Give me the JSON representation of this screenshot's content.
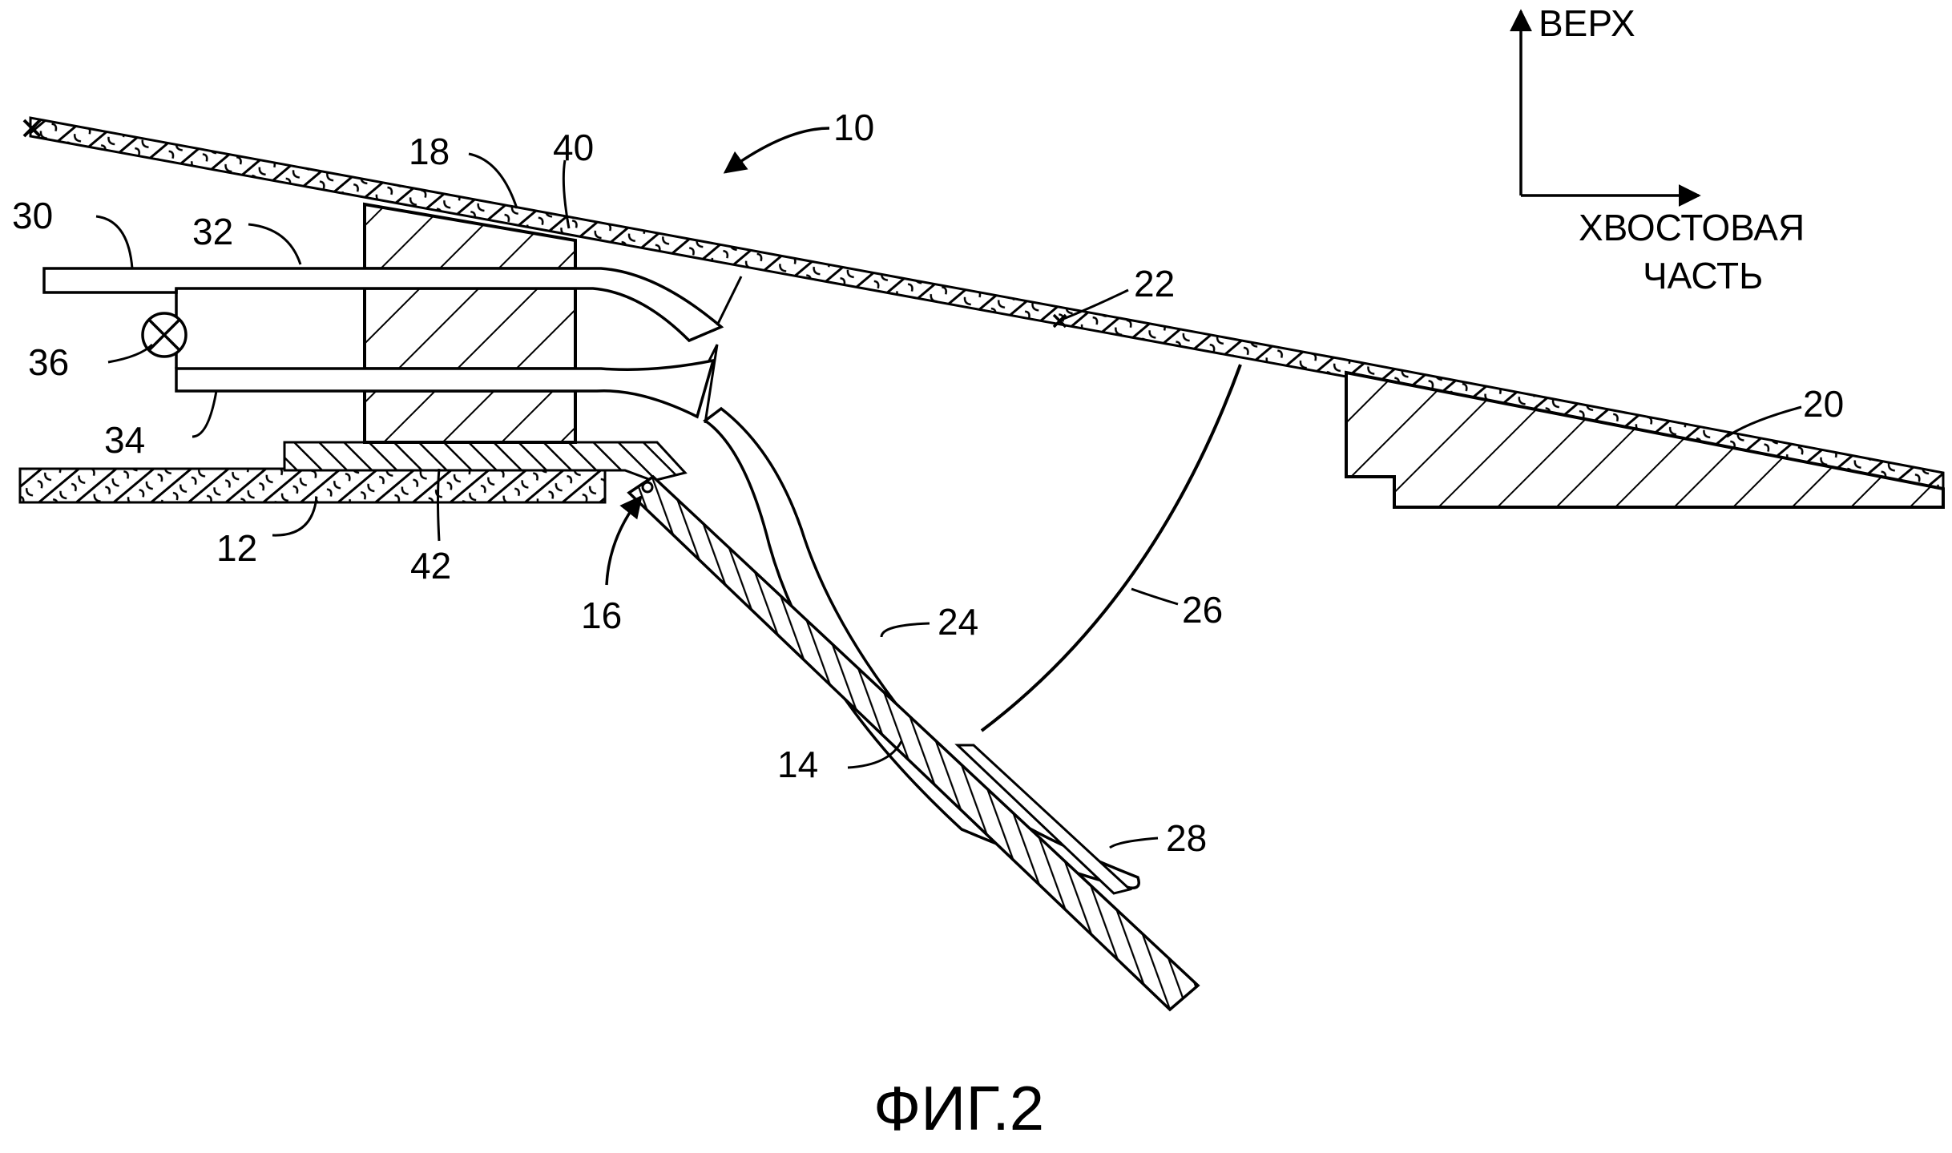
{
  "figure": {
    "caption": "ФИГ.2",
    "orientation": {
      "up_label": "ВЕРХ",
      "aft_label_line1": "ХВОСТОВАЯ",
      "aft_label_line2": "ЧАСТЬ"
    },
    "reference_numerals": {
      "n10": "10",
      "n12": "12",
      "n14": "14",
      "n16": "16",
      "n18": "18",
      "n20": "20",
      "n22": "22",
      "n24": "24",
      "n26": "26",
      "n28": "28",
      "n30": "30",
      "n32": "32",
      "n34": "34",
      "n36": "36",
      "n40": "40",
      "n42": "42"
    },
    "colors": {
      "ink": "#000000",
      "paper": "#ffffff"
    }
  }
}
